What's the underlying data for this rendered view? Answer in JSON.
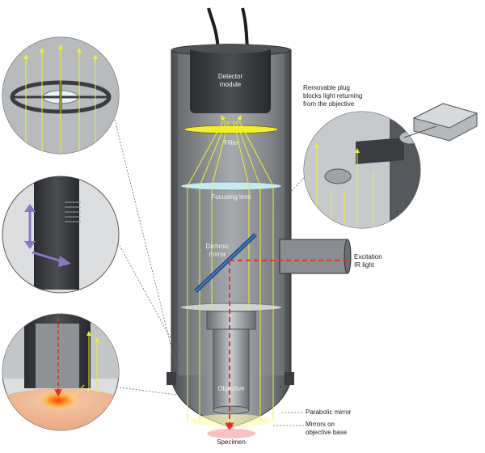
{
  "labels": {
    "detector": "Detector\nmodule",
    "filter": "Filter",
    "focusing_lens": "Focusing lens",
    "dichroic": "Dichroic\nmirror",
    "excitation": "Excitation\nIR light",
    "objective": "Objective",
    "parabolic": "Parabolic mirror",
    "mirrors_base": "Mirrors on\nobjective base",
    "specimen": "Specimen",
    "plug": "Removable plug\nblocks light returning\nfrom the objective"
  },
  "colors": {
    "light_rays": "#f2ef2a",
    "excitation_beam": "#e0301e",
    "tube_dark": "#3f4246",
    "tube_light": "#a9adb2",
    "arrow_purple": "#8a76c9"
  }
}
